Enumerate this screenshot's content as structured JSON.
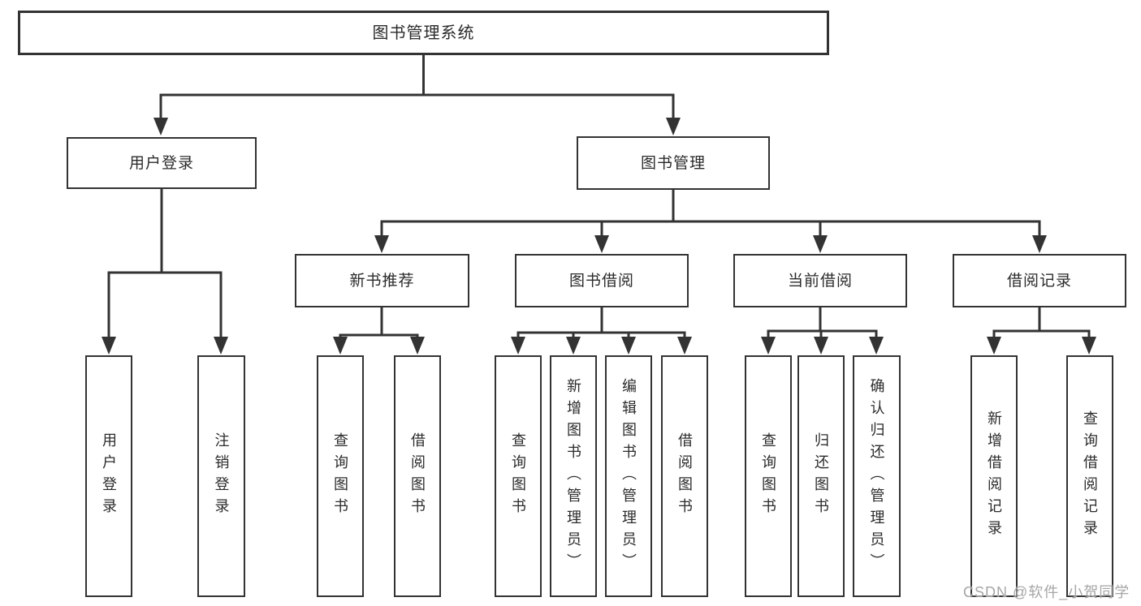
{
  "diagram": {
    "type": "hierarchy-tree",
    "nodes": {
      "root": {
        "label": "图书管理系统"
      },
      "user_login": {
        "label": "用户登录"
      },
      "book_mgmt": {
        "label": "图书管理"
      },
      "new_rec": {
        "label": "新书推荐"
      },
      "borrow": {
        "label": "图书借阅"
      },
      "current": {
        "label": "当前借阅"
      },
      "records": {
        "label": "借阅记录"
      },
      "leaf_user_login": {
        "label": "用户登录"
      },
      "leaf_logout": {
        "label": "注销登录"
      },
      "leaf_nr_query": {
        "label": "查询图书"
      },
      "leaf_nr_borrow": {
        "label": "借阅图书"
      },
      "leaf_bb_query": {
        "label": "查询图书"
      },
      "leaf_bb_add": {
        "label": "新增图书（管理员）"
      },
      "leaf_bb_edit": {
        "label": "编辑图书（管理员）"
      },
      "leaf_bb_borrow": {
        "label": "借阅图书"
      },
      "leaf_cb_query": {
        "label": "查询图书"
      },
      "leaf_cb_return": {
        "label": "归还图书"
      },
      "leaf_cb_confirm": {
        "label": "确认归还（管理员）"
      },
      "leaf_br_add": {
        "label": "新增借阅记录"
      },
      "leaf_br_query": {
        "label": "查询借阅记录"
      }
    },
    "hierarchy": {
      "图书管理系统": {
        "用户登录": [
          "用户登录",
          "注销登录"
        ],
        "图书管理": {
          "新书推荐": [
            "查询图书",
            "借阅图书"
          ],
          "图书借阅": [
            "查询图书",
            "新增图书（管理员）",
            "编辑图书（管理员）",
            "借阅图书"
          ],
          "当前借阅": [
            "查询图书",
            "归还图书",
            "确认归还（管理员）"
          ],
          "借阅记录": [
            "新增借阅记录",
            "查询借阅记录"
          ]
        }
      }
    }
  },
  "watermark": {
    "text": "CSDN @软件_小贺同学",
    "color": "#a6a6a6"
  },
  "colors": {
    "background": "#ffffff",
    "box_border": "#333333",
    "connector_line": "#333333",
    "text": "#2b2b2b"
  }
}
